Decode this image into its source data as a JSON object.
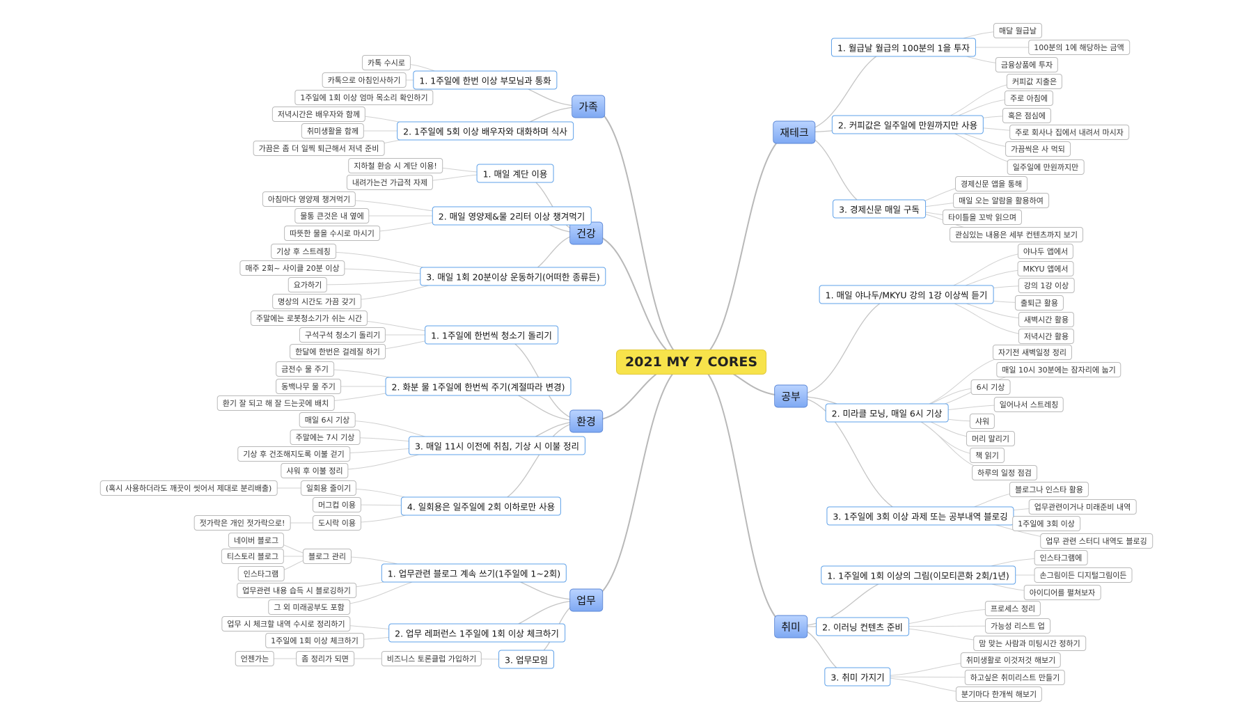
{
  "central": "2021 MY 7 CORES",
  "branches": [
    {
      "id": "family",
      "label": "가족",
      "subs": [
        {
          "id": "family-1",
          "label": "1. 1주일에 한번 이상 부모님과 통화",
          "leaves": [
            "카톡 수시로",
            "카톡으로 아침인사하기",
            "1주일에 1회 이상 엄마 목소리 확인하기"
          ]
        },
        {
          "id": "family-2",
          "label": "2. 1주일에 5회 이상 배우자와 대화하며 식사",
          "leaves": [
            "저녁시간은 배우자와 함께",
            "취미생활을 함께",
            "가끔은 좀 더 일찍 퇴근해서 저녁 준비"
          ]
        }
      ]
    },
    {
      "id": "health",
      "label": "건강",
      "subs": [
        {
          "id": "health-1",
          "label": "1. 매일 계단 이용",
          "leaves": [
            "지하철 환승 시 계단 이용!",
            "내려가는건 가급적 자제"
          ]
        },
        {
          "id": "health-2",
          "label": "2. 매일 영양제&물 2리터 이상 챙겨먹기",
          "leaves": [
            "아침마다 영양제 챙겨먹기",
            "물통 큰것은 내 옆에",
            "따뜻한 물을 수시로 마시기"
          ]
        },
        {
          "id": "health-3",
          "label": "3. 매일 1회 20분이상 운동하기(어떠한 종류든)",
          "leaves": [
            "기상 후 스트레칭",
            "매주 2회~ 사이클 20분 이상",
            "요가하기",
            "명상의 시간도 가끔 갖기"
          ]
        }
      ]
    },
    {
      "id": "env",
      "label": "환경",
      "subs": [
        {
          "id": "env-1",
          "label": "1. 1주일에 한번씩 청소기 돌리기",
          "leaves": [
            "주말에는 로봇청소기가 쉬는 시간",
            "구석구석 청소기 돌리기",
            "한달에 한번은 걸레질 하기"
          ]
        },
        {
          "id": "env-2",
          "label": "2. 화분 물 1주일에 한번씩 주기(계절따라 변경)",
          "leaves": [
            "금전수 물 주기",
            "동백나무 물 주기",
            "환기 잘 되고 해 잘 드는곳에 배치"
          ]
        },
        {
          "id": "env-3",
          "label": "3. 매일 11시 이전에 취침, 기상 시 이불 정리",
          "leaves": [
            "매일 6시 기상",
            "주말에는 7시 기상",
            "기상 후 건조해지도록 이불 걷기",
            "샤워 후 이불 정리"
          ]
        },
        {
          "id": "env-4",
          "label": "4. 일회용은 일주일에 2회 이하로만 사용",
          "leaves": [
            "일회용 줄이기",
            "머그컵 이용",
            "도시락 이용"
          ],
          "extra": [
            {
              "parent": 0,
              "label": "(혹시 사용하더라도 깨끗이 씻어서 제대로 분리배출)"
            },
            {
              "parent": 2,
              "label": "젓가락은 개인 젓가락으로!"
            }
          ]
        }
      ]
    },
    {
      "id": "work",
      "label": "업무",
      "subs": [
        {
          "id": "work-1",
          "label": "1. 업무관련 블로그 계속 쓰기(1주일에 1~2회)",
          "leaves": [
            "블로그 관리",
            "업무관련 내용 습득 시 블로깅하기",
            "그 외 미래공부도 포함"
          ],
          "extra": [
            {
              "parent": 0,
              "label": "네이버 블로그"
            },
            {
              "parent": 0,
              "label": "티스토리 블로그"
            },
            {
              "parent": 0,
              "label": "인스타그램"
            }
          ]
        },
        {
          "id": "work-2",
          "label": "2. 업무 레퍼런스 1주일에 1회 이상 체크하기",
          "leaves": [
            "업무 시 체크할 내역 수시로 정리하기",
            "1주일에 1회 이상 체크하기"
          ]
        },
        {
          "id": "work-3",
          "label": "3. 업무모임",
          "leaves": [
            "비즈니스 토론클럽 가입하기"
          ],
          "extra": [
            {
              "parent": 0,
              "label": "좀 정리가 되면"
            },
            {
              "parent": "x0",
              "label": "언젠가는"
            }
          ]
        }
      ]
    },
    {
      "id": "finance",
      "label": "재테크",
      "subs": [
        {
          "id": "fin-1",
          "label": "1. 월급날 월급의 100분의 1을 투자",
          "leaves": [
            "매달 월급날",
            "100분의 1에 해당하는 금액",
            "금융상품에 투자"
          ]
        },
        {
          "id": "fin-2",
          "label": "2. 커피값은 일주일에 만원까지만 사용",
          "leaves": [
            "커피값 지출은",
            "주로 아침에",
            "혹은 점심에",
            "주로 회사나 집에서 내려서 마시자",
            "가끔씩은 사 먹되",
            "일주일에 만원까지만"
          ]
        },
        {
          "id": "fin-3",
          "label": "3. 경제신문 매일 구독",
          "leaves": [
            "경제신문 앱을 통해",
            "매일 오는 알람을 활용하여",
            "타이틀을 꼬박 읽으며",
            "관심있는 내용은 세부 컨텐츠까지 보기"
          ]
        }
      ]
    },
    {
      "id": "study",
      "label": "공부",
      "subs": [
        {
          "id": "study-1",
          "label": "1. 매일 야나두/MKYU 강의 1강 이상씩 듣기",
          "leaves": [
            "야나두 앱에서",
            "MKYU 앱에서",
            "강의 1강 이상",
            "출퇴근 활용",
            "새벽시간 활용",
            "저녁시간 활용"
          ]
        },
        {
          "id": "study-2",
          "label": "2. 미라클 모닝, 매일 6시 기상",
          "leaves": [
            "자기전 새벽일정 정리",
            "매일 10시 30분에는 잠자리에 눕기",
            "6시 기상",
            "일어나서 스트레칭",
            "샤워",
            "머리 말리기",
            "책 읽기",
            "하루의 일정 점검"
          ]
        },
        {
          "id": "study-3",
          "label": "3. 1주일에 3회 이상 과제 또는 공부내역 블로깅",
          "leaves": [
            "블로그나 인스타 활용",
            "업무관련이거나 미래준비 내역",
            "1주일에 3회 이상",
            "업무 관련 스터디 내역도 블로깅"
          ]
        }
      ]
    },
    {
      "id": "hobby",
      "label": "취미",
      "subs": [
        {
          "id": "hobby-1",
          "label": "1. 1주일에 1회 이상의 그림(이모티콘화 2회/1년)",
          "leaves": [
            "인스타그램에",
            "손그림이든 디지털그림이든",
            "아이디어를 펼쳐보자"
          ]
        },
        {
          "id": "hobby-2",
          "label": "2. 이러닝 컨텐츠 준비",
          "leaves": [
            "프로세스 정리",
            "가능성 리스트 업",
            "맘 맞는 사람과 미팅시간 정하기"
          ]
        },
        {
          "id": "hobby-3",
          "label": "3. 취미 가지기",
          "leaves": [
            "취미생활로 이것저것 해보기",
            "하고싶은 취미리스트 만들기",
            "분기마다 한개씩 해보기"
          ]
        }
      ]
    }
  ]
}
